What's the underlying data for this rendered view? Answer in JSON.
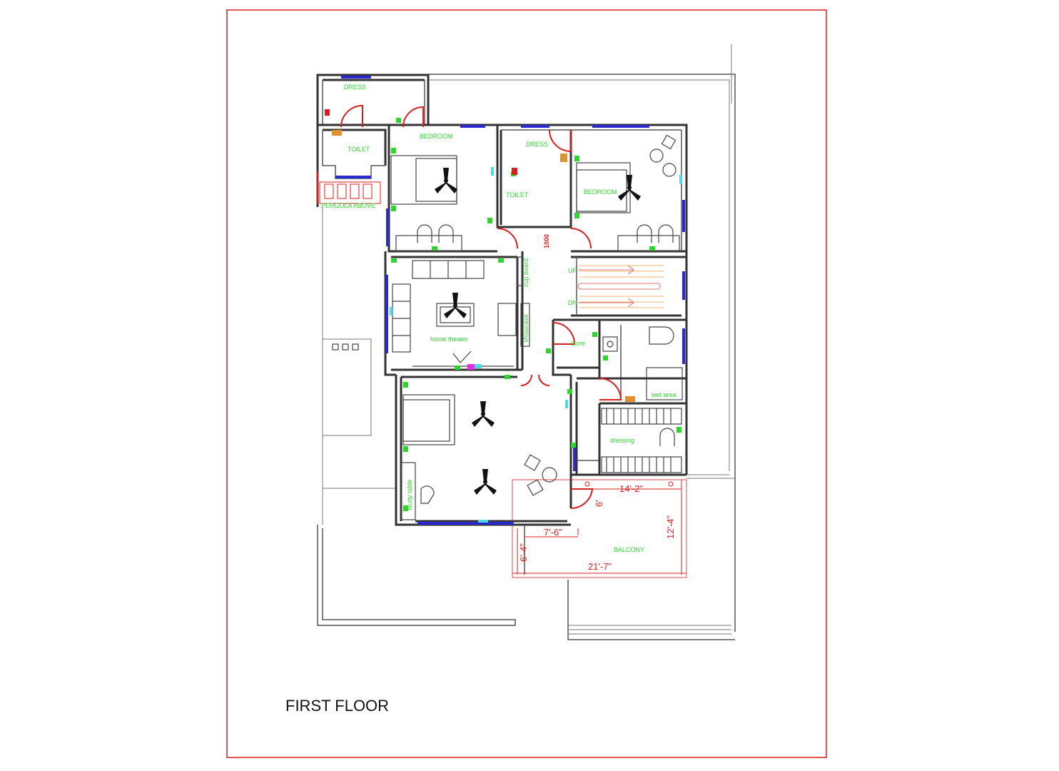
{
  "title": "FIRST FLOOR",
  "rooms": {
    "dress_1": "DRESS",
    "toilet_1": "TOILET",
    "bedroom_1": "BEDROOM",
    "pergola": "PERGOLA ABOVE",
    "dress_2": "DRESS",
    "toilet_2": "TOILET",
    "bedroom_2": "BEDROOM",
    "home_theater": "home theater",
    "store": "store",
    "wet_area": "wet area",
    "dressing": "dressing",
    "balcony": "BALCONY",
    "cupboard_1": "cup board",
    "showcase": "showcase",
    "study_table": "study table"
  },
  "stairs": {
    "up": "UP",
    "down": "DN",
    "door_width": "1000"
  },
  "dimensions": {
    "d1": "14'-2\"",
    "d2": "6'",
    "d3": "12'-4\"",
    "d4": "7'-6\"",
    "d5": "6'-4\"",
    "d6": "21'-7\""
  },
  "colors": {
    "border": "#d81e1e",
    "walls": "#333333",
    "windows": "#2a2ad0",
    "labels": "#2fd42f",
    "doors": "#d81e1e"
  }
}
